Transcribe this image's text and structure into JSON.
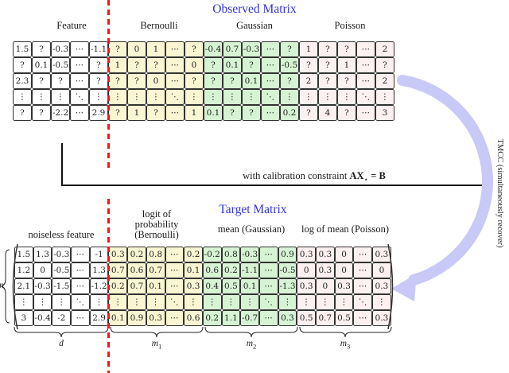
{
  "titles": {
    "observed": "Observed Matrix",
    "target": "Target Matrix"
  },
  "colors": {
    "accent_blue": "#3232e8",
    "dashed_red": "#f81515",
    "arc_lavender": "#c9c9f7",
    "cell_border": "#333333",
    "feature": "#ffffff",
    "bernoulli": "#faf5d2",
    "gaussian": "#d6f3d3",
    "poisson": "#fcf0f0"
  },
  "observed": {
    "headers": [
      "Feature",
      "Bernoulli",
      "Gaussian",
      "Poisson"
    ],
    "col_groups": [
      {
        "name": "feature",
        "span": 5
      },
      {
        "name": "bernoulli",
        "span": 5
      },
      {
        "name": "gaussian",
        "span": 5
      },
      {
        "name": "poisson",
        "span": 5
      }
    ],
    "rows": [
      [
        "1.5",
        "?",
        "-0.3",
        "⋯",
        "-1.1",
        "?",
        "0",
        "1",
        "⋯",
        "?",
        "-0.4",
        "0.7",
        "-0.3",
        "⋯",
        "?",
        "1",
        "?",
        "?",
        "⋯",
        "2"
      ],
      [
        "?",
        "0.1",
        "-0.5",
        "⋯",
        "?",
        "1",
        "?",
        "?",
        "⋯",
        "0",
        "?",
        "0.1",
        "?",
        "⋯",
        "-0.5",
        "?",
        "?",
        "1",
        "⋯",
        "?"
      ],
      [
        "2.3",
        "?",
        "?",
        "⋯",
        "?",
        "?",
        "?",
        "0",
        "⋯",
        "?",
        "?",
        "?",
        "0.1",
        "⋯",
        "?",
        "2",
        "?",
        "?",
        "⋯",
        "2"
      ],
      [
        "⋮",
        "⋮",
        "⋮",
        "⋱",
        "⋮",
        "⋮",
        "⋮",
        "⋮",
        "⋱",
        "⋮",
        "⋮",
        "⋮",
        "⋮",
        "⋱",
        "⋮",
        "⋮",
        "⋮",
        "⋮",
        "⋱",
        "⋮"
      ],
      [
        "?",
        "?",
        "-2.2",
        "⋯",
        "2.9",
        "?",
        "1",
        "?",
        "⋯",
        "1",
        "0.1",
        "?",
        "?",
        "⋯",
        "0.2",
        "?",
        "4",
        "?",
        "⋯",
        "3"
      ]
    ]
  },
  "arrow": {
    "constraint_prefix": "with calibration constraint ",
    "constraint_lhs": "AX",
    "constraint_sub": "⋆",
    "constraint_rhs": " = B"
  },
  "side_label": "TMCC (simultaneously recover)",
  "target": {
    "headers": [
      "noiseless feature",
      "logit of\nprobability\n(Bernoulli)",
      "mean (Gaussian)",
      "log of mean (Poisson)"
    ],
    "col_groups": [
      {
        "name": "feature",
        "span": 5
      },
      {
        "name": "bernoulli",
        "span": 5
      },
      {
        "name": "gaussian",
        "span": 5
      },
      {
        "name": "poisson",
        "span": 5
      }
    ],
    "rows": [
      [
        "1.5",
        "1.3",
        "-0.3",
        "⋯",
        "-1",
        "0.3",
        "0.2",
        "0.8",
        "⋯",
        "0.2",
        "-0.2",
        "0.8",
        "-0.3",
        "⋯",
        "0.9",
        "0.3",
        "0.3",
        "0",
        "⋯",
        "0.3"
      ],
      [
        "1.2",
        "0",
        "-0.5",
        "⋯",
        "1.3",
        "0.7",
        "0.6",
        "0.7",
        "⋯",
        "0.1",
        "0.6",
        "0.2",
        "-1.1",
        "⋯",
        "-0.5",
        "0",
        "0.3",
        "0",
        "⋯",
        "0"
      ],
      [
        "2.1",
        "-0.3",
        "-1.5",
        "⋯",
        "-1.2",
        "0.2",
        "0.7",
        "0.1",
        "⋯",
        "0.3",
        "0.4",
        "0.5",
        "0.1",
        "⋯",
        "-1.3",
        "0.3",
        "0",
        "0.3",
        "⋯",
        "0.3"
      ],
      [
        "⋮",
        "⋮",
        "⋮",
        "⋱",
        "⋮",
        "⋮",
        "⋮",
        "⋮",
        "⋱",
        "⋮",
        "⋮",
        "⋮",
        "⋮",
        "⋱",
        "⋮",
        "⋮",
        "⋮",
        "⋮",
        "⋱",
        "⋮"
      ],
      [
        "3",
        "-0.4",
        "-2",
        "⋯",
        "2.9",
        "0.1",
        "0.9",
        "0.3",
        "⋯",
        "0.6",
        "0.2",
        "1.1",
        "-0.7",
        "⋯",
        "0.3",
        "0.5",
        "0.7",
        "0.5",
        "⋯",
        "0.3"
      ]
    ],
    "row_count_label": "n",
    "braces": [
      {
        "base": "d",
        "sub": ""
      },
      {
        "base": "m",
        "sub": "1"
      },
      {
        "base": "m",
        "sub": "2"
      },
      {
        "base": "m",
        "sub": "3"
      }
    ]
  }
}
